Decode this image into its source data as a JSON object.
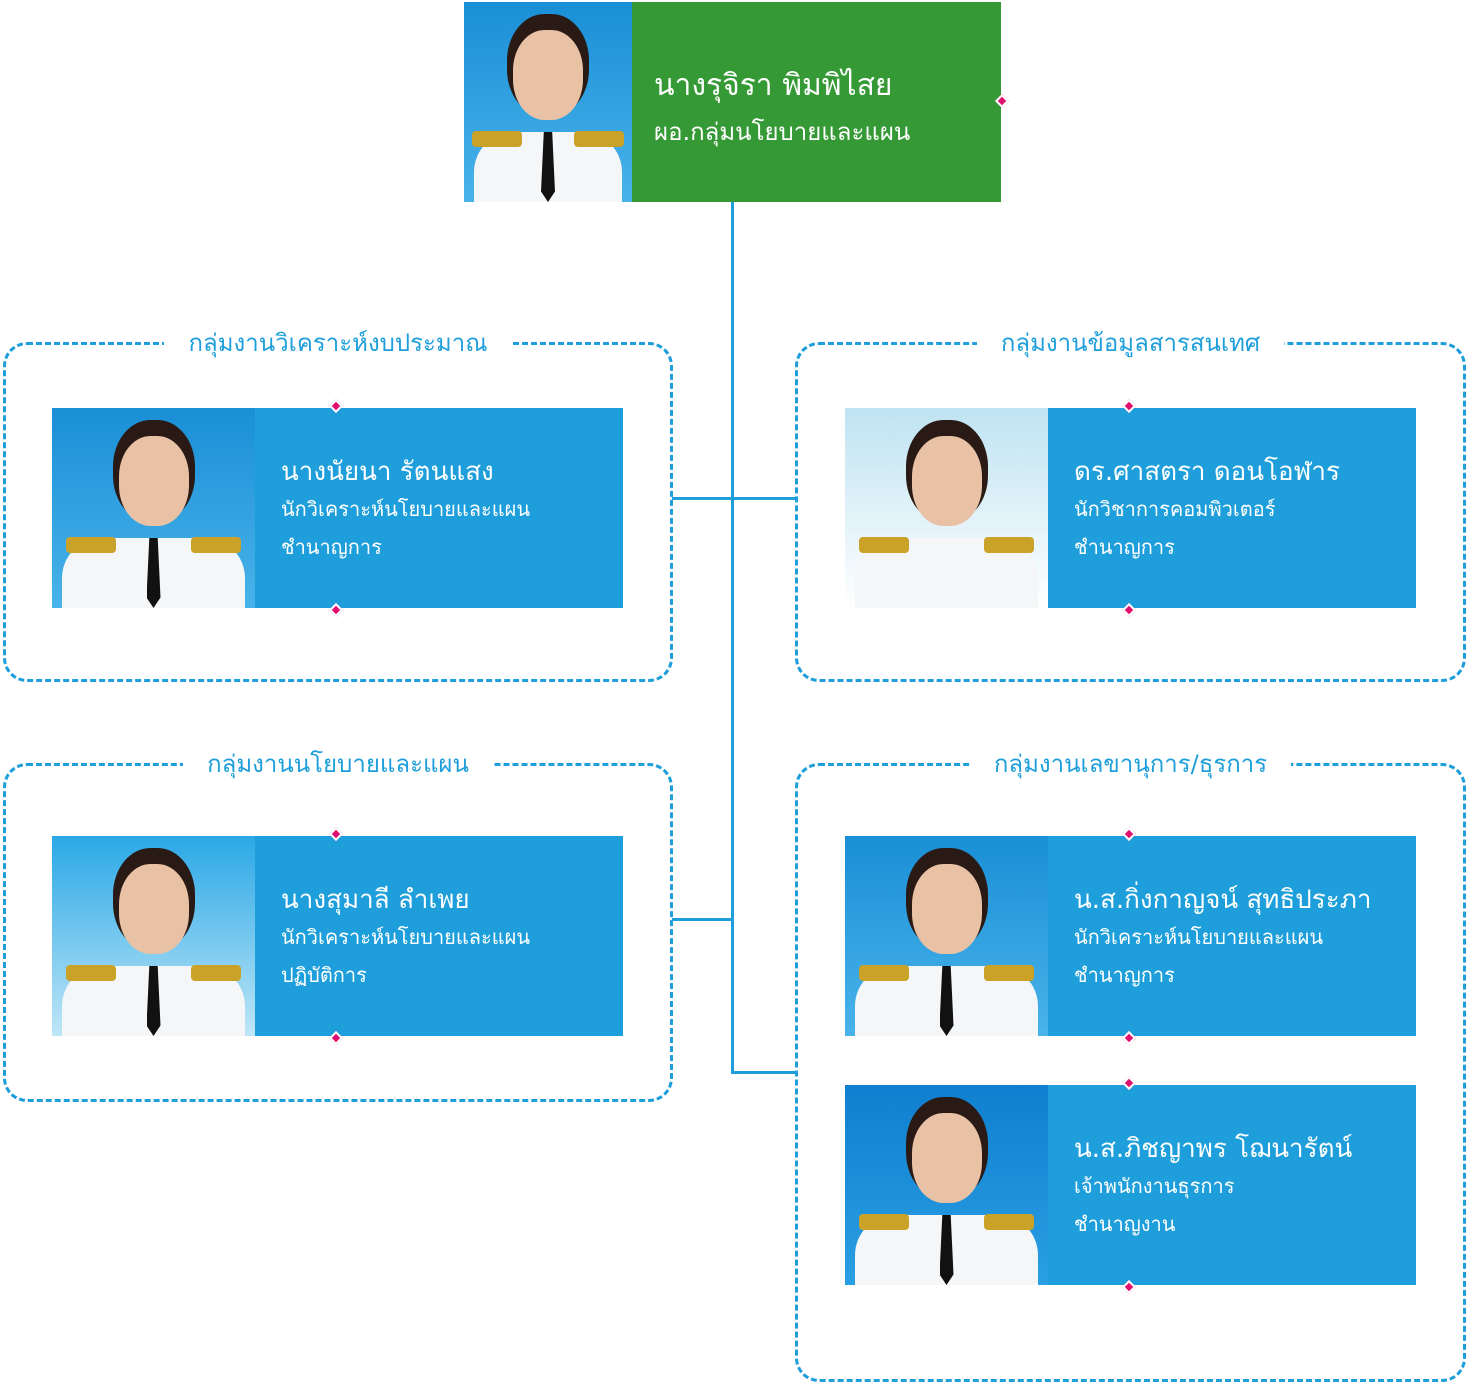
{
  "director": {
    "name": "นางรุจิรา พิมพิไสย",
    "position": "ผอ.กลุ่มนโยบายและแผน"
  },
  "groups": [
    {
      "title": "กลุ่มงานวิเคราะห์งบประมาณ",
      "members": [
        {
          "name": "นางนัยนา รัตนแสง",
          "position": "นักวิเคราะห์นโยบายและแผน",
          "level": "ชำนาญการ"
        }
      ]
    },
    {
      "title": "กลุ่มงานข้อมูลสารสนเทศ",
      "members": [
        {
          "name": "ดร.ศาสตรา ดอนโอฬาร",
          "position": "นักวิชาการคอมพิวเตอร์",
          "level": "ชำนาญการ"
        }
      ]
    },
    {
      "title": "กลุ่มงานนโยบายและแผน",
      "members": [
        {
          "name": "นางสุมาลี ลำเพย",
          "position": "นักวิเคราะห์นโยบายและแผน",
          "level": "ปฏิบัติการ"
        }
      ]
    },
    {
      "title": "กลุ่มงานเลขานุการ/ธุรการ",
      "members": [
        {
          "name": "น.ส.กิ่งกาญจน์ สุทธิประภา",
          "position": "นักวิเคราะห์นโยบายและแผน",
          "level": "ชำนาญการ"
        },
        {
          "name": "น.ส.ภิชญาพร โฌนารัตน์",
          "position": "เจ้าพนักงานธุรการ",
          "level": "ชำนาญงาน"
        }
      ]
    }
  ],
  "colors": {
    "primary": "#1e9fdb",
    "director": "#359a35",
    "accent": "#e0106e"
  }
}
